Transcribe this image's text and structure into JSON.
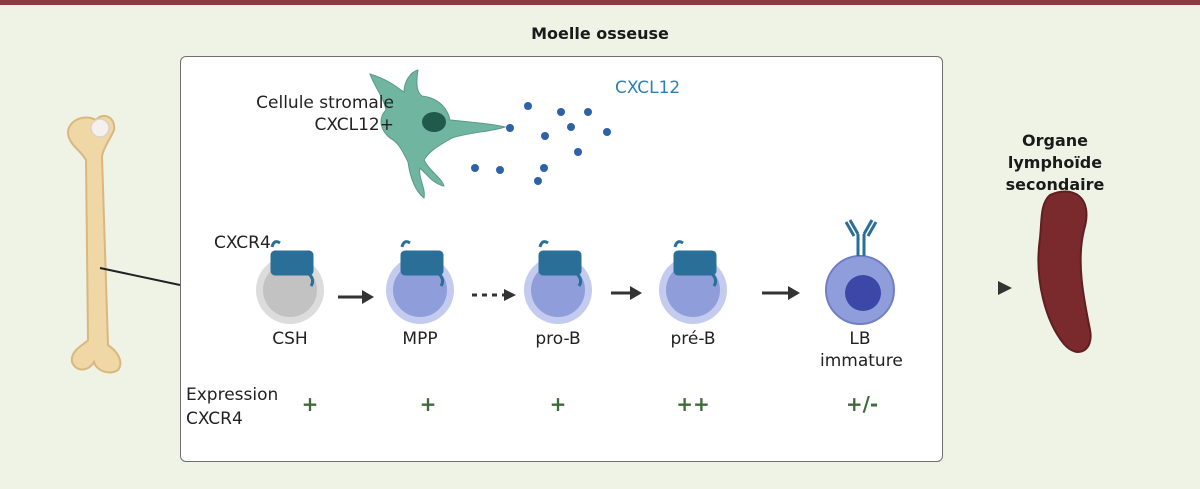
{
  "title": "Moelle osseuse",
  "stromal_label": [
    "Cellule stromale",
    "CXCL12+"
  ],
  "chemokine_label": "CXCL12",
  "receptor_label": "CXCR4",
  "cells": [
    {
      "label": "CSH",
      "expression": "+"
    },
    {
      "label": "MPP",
      "expression": "+"
    },
    {
      "label": "pro-B",
      "expression": "+"
    },
    {
      "label": "pré-B",
      "expression": "++"
    },
    {
      "label": "LB",
      "label2": "immature",
      "expression": "+/-"
    }
  ],
  "expression_label": [
    "Expression",
    "CXCR4"
  ],
  "organ_label": [
    "Organe lymphoïde",
    "secondaire"
  ],
  "colors": {
    "topbar": "#8b3a44",
    "background": "#eef3e6",
    "stromal_cell": "#6fb5a0",
    "chemokine": "#2e62a8",
    "chemokine_text": "#2e7fb8",
    "receptor": "#2a6f97",
    "hsc": "#c9c9c9",
    "progenitor": "#8f9edb",
    "spleen": "#7a2a2c",
    "bone": "#efd7a6",
    "plus_text": "#3e6b3a"
  },
  "icons": [
    "femur-bone",
    "stromal-cell",
    "receptor-cxcr4",
    "bcr-antibody",
    "spleen"
  ]
}
